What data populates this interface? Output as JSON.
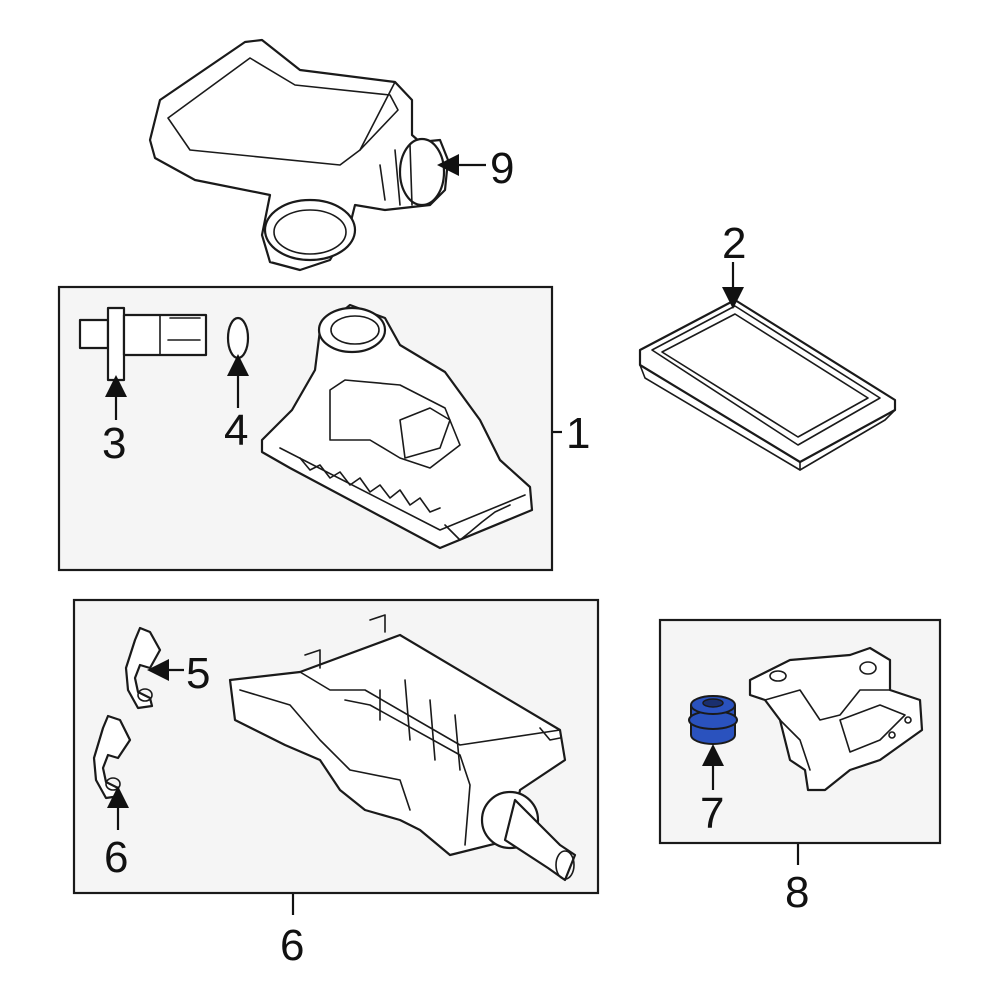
{
  "diagram": {
    "callouts": [
      "1",
      "2",
      "3",
      "4",
      "5",
      "6",
      "6",
      "7",
      "8",
      "9"
    ],
    "highlight_color": "#2a52be",
    "line_color": "#1a1a1a",
    "box_fill": "#f5f5f5"
  }
}
